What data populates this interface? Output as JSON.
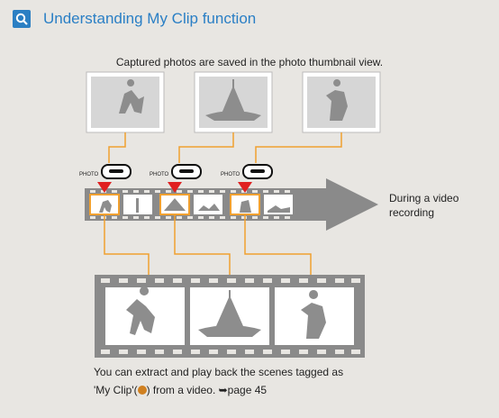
{
  "header": {
    "title": "Understanding My Clip function",
    "icon": "search-icon"
  },
  "caption_top": "Captured photos are saved in the photo thumbnail view.",
  "photo_button_label": "PHOTO",
  "side_label": {
    "line1": "During a video",
    "line2": "recording"
  },
  "caption_bottom": {
    "line1": "You can extract and play back the scenes tagged as",
    "line2_prefix": "'My Clip'(",
    "line2_suffix": ") from a video. ➥page 45"
  },
  "colors": {
    "accent": "#2a7fc5",
    "connector": "#f0a030",
    "marker": "#e02020",
    "film": "#8a8a8a"
  }
}
